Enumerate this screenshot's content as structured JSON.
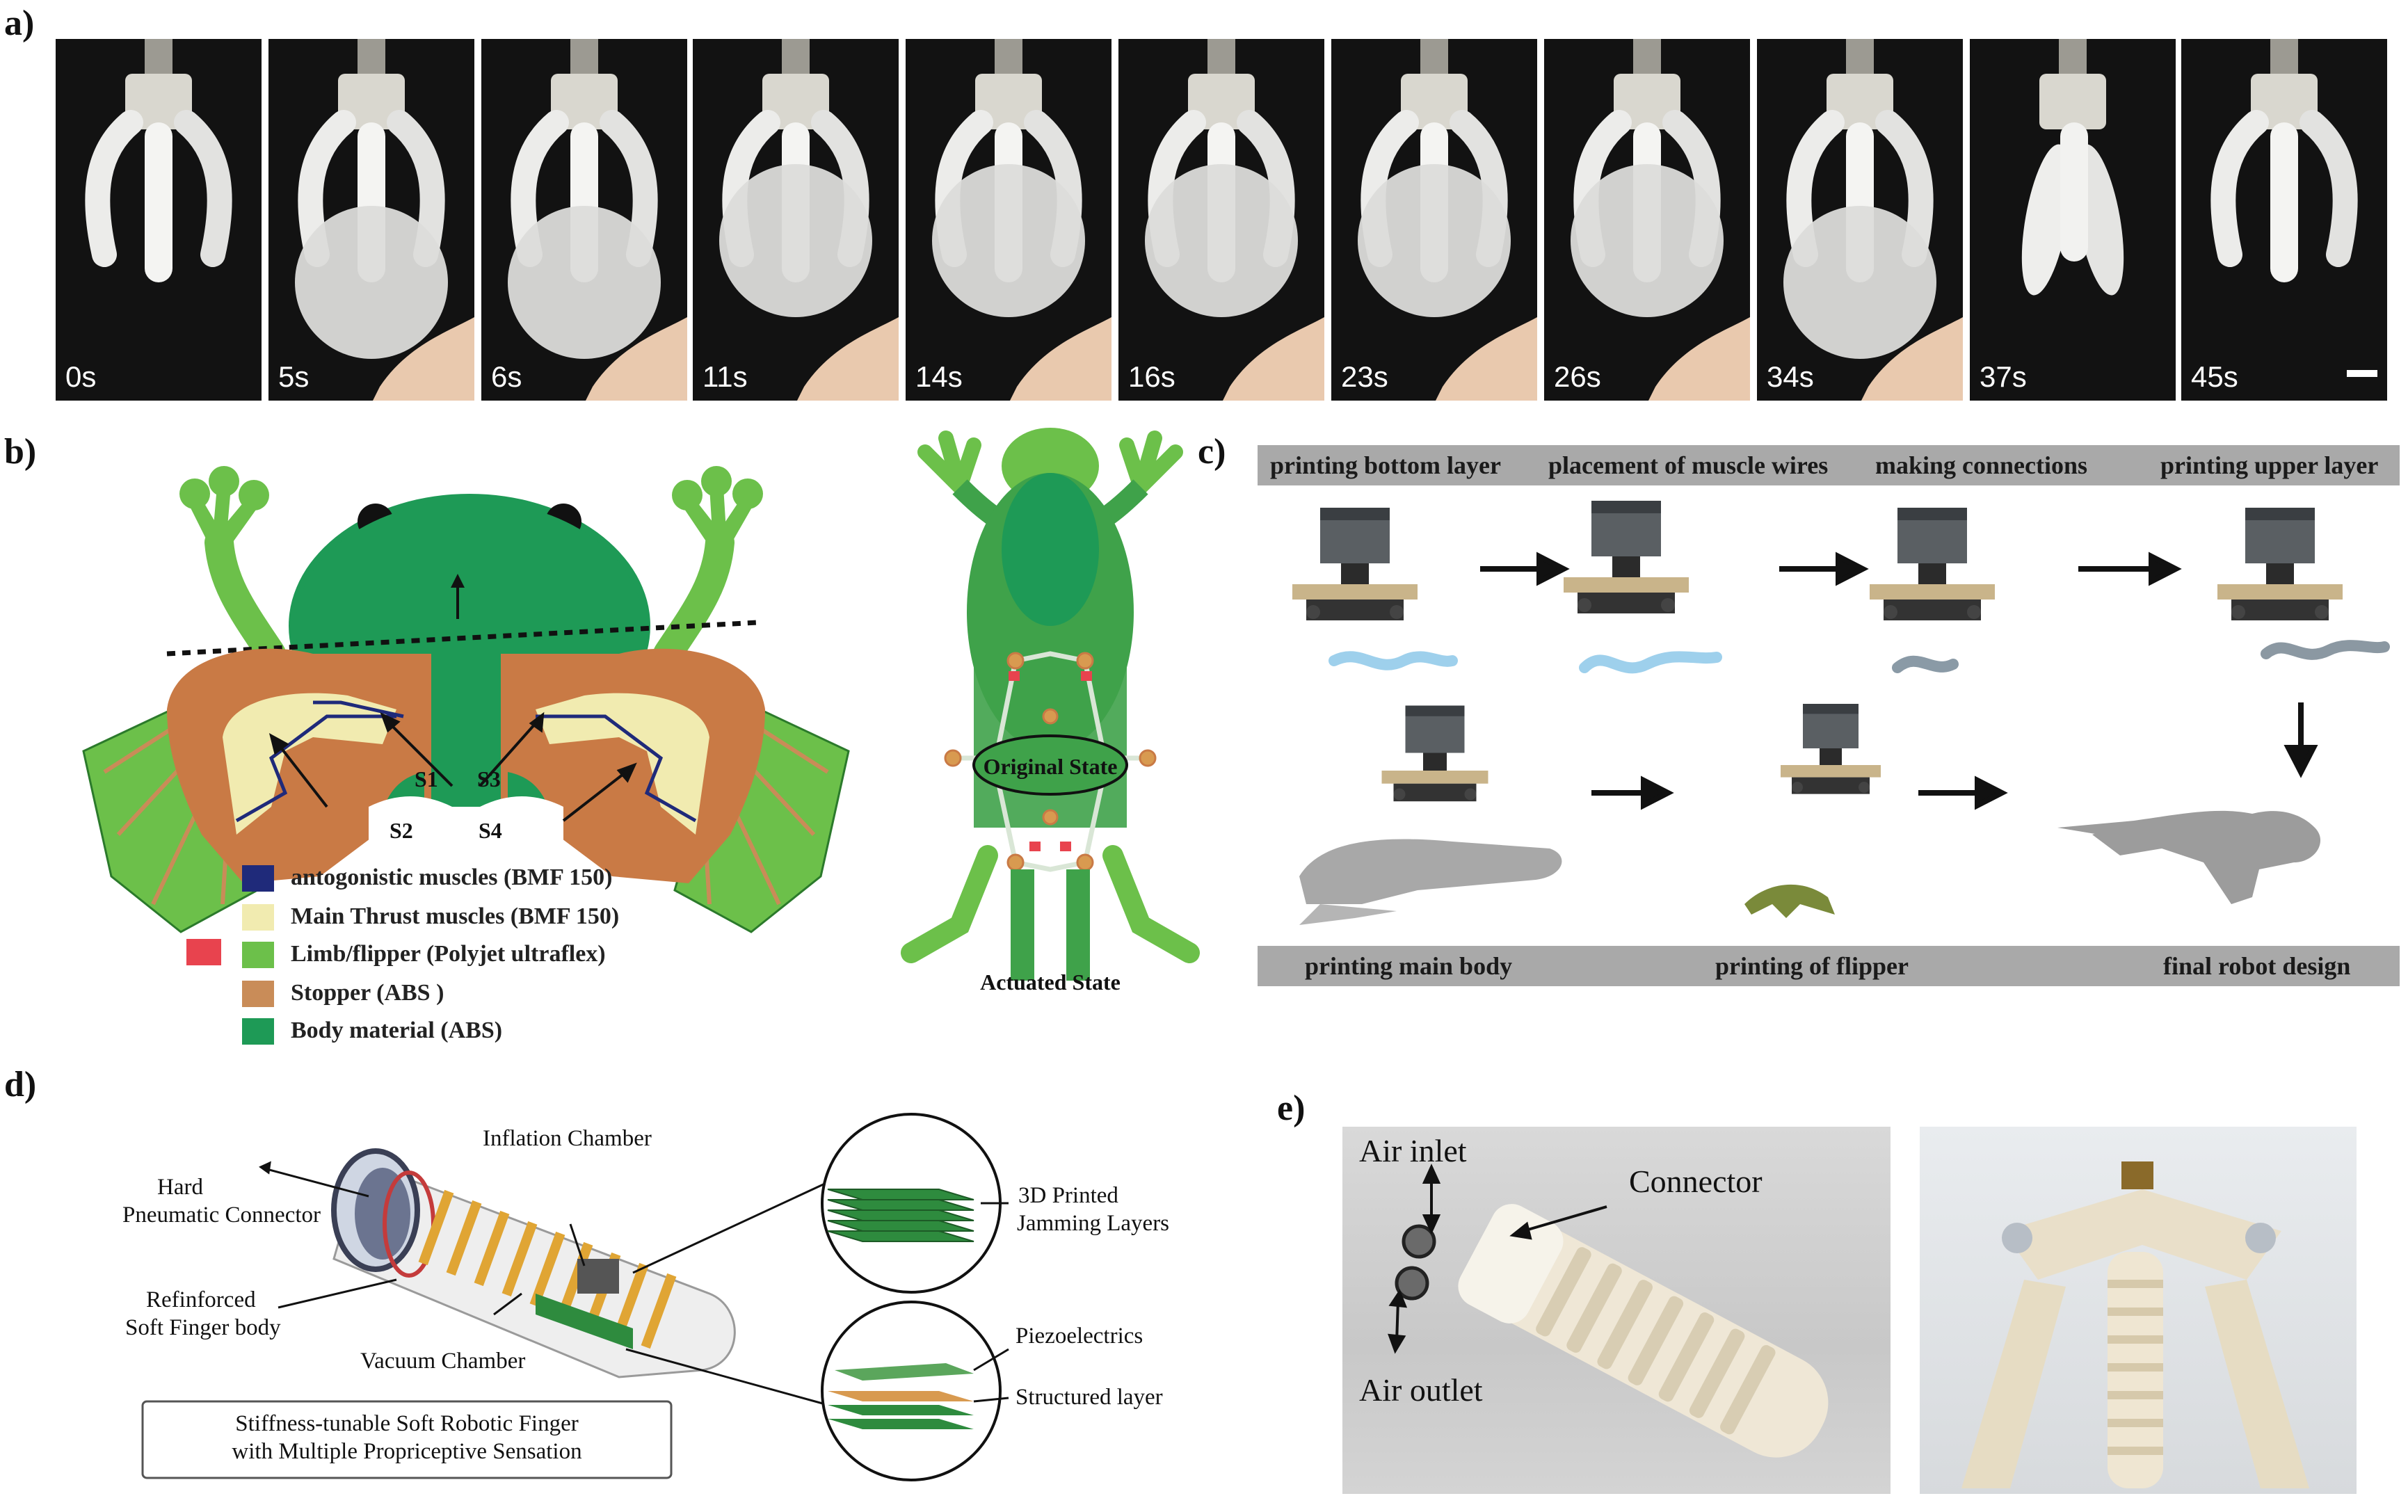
{
  "panels": {
    "a": "a)",
    "b": "b)",
    "c": "c)",
    "d": "d)",
    "e": "e)"
  },
  "panel_a": {
    "frames": [
      "0s",
      "5s",
      "6s",
      "11s",
      "14s",
      "16s",
      "23s",
      "26s",
      "34s",
      "37s",
      "45s"
    ]
  },
  "panel_b": {
    "muscle_labels": [
      "S1",
      "S2",
      "S3",
      "S4"
    ],
    "legend": [
      {
        "label": "antogonistic muscles (BMF 150)",
        "color": "#1f2a7a"
      },
      {
        "label": "Main Thrust muscles (BMF 150)",
        "color": "#f1ebb0"
      },
      {
        "label": "Limb/flipper (Polyjet ultraflex)",
        "color": "#6cc04a"
      },
      {
        "label": "Stopper (ABS )",
        "color": "#c98c58"
      },
      {
        "label": "Body material (ABS)",
        "color": "#1e9a56"
      }
    ],
    "extra_swatch_color": "#e8434e",
    "original_state": "Original State",
    "actuated_state": "Actuated State"
  },
  "panel_c": {
    "top_steps": [
      "printing bottom layer",
      "placement of muscle wires",
      "making connections",
      "printing upper layer"
    ],
    "bottom_steps": [
      "printing main body",
      "printing of flipper",
      "final robot design"
    ]
  },
  "panel_d": {
    "inflation_chamber": "Inflation Chamber",
    "hard_connector": [
      "Hard",
      "Pneumatic Connector"
    ],
    "reinforced_body": [
      "Refinforced",
      "Soft Finger body"
    ],
    "vacuum_chamber": "Vacuum Chamber",
    "jamming_layers": [
      "3D Printed",
      "Jamming Layers"
    ],
    "piezoelectrics": "Piezoelectrics",
    "structured_layer": "Structured layer",
    "caption": [
      "Stiffness-tunable Soft Robotic Finger",
      "with Multiple Propriceptive Sensation"
    ]
  },
  "panel_e": {
    "air_inlet": "Air inlet",
    "connector": "Connector",
    "air_outlet": "Air outlet"
  }
}
